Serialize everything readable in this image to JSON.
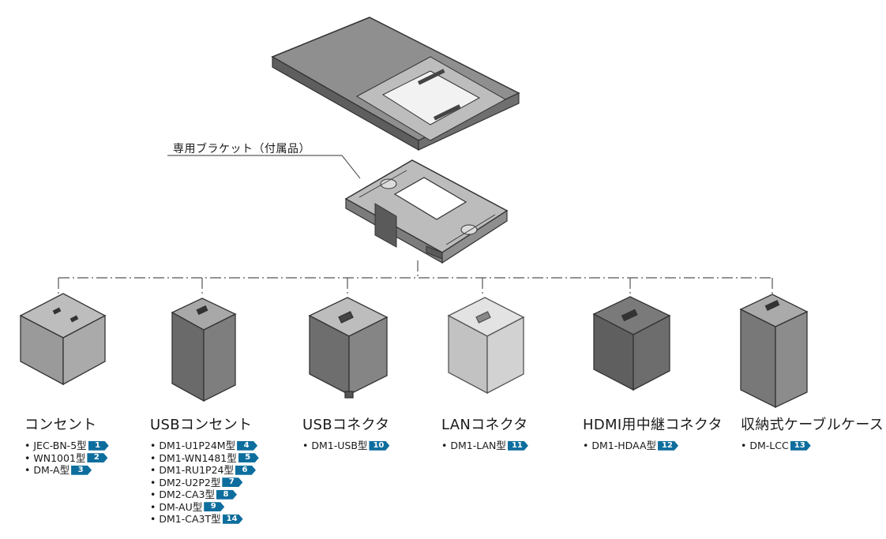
{
  "callout": "専用ブラケット（付属品）",
  "colors": {
    "badge": "#0d6e9e",
    "line": "#555555"
  },
  "columns": [
    {
      "title": "コンセント",
      "items": [
        {
          "label": "JEC-BN-5型",
          "badge": "1"
        },
        {
          "label": "WN1001型",
          "badge": "2"
        },
        {
          "label": "DM-A型",
          "badge": "3"
        }
      ]
    },
    {
      "title": "USBコンセント",
      "items": [
        {
          "label": "DM1-U1P24M型",
          "badge": "4"
        },
        {
          "label": "DM1-WN1481型",
          "badge": "5"
        },
        {
          "label": "DM1-RU1P24型",
          "badge": "6"
        },
        {
          "label": "DM2-U2P2型",
          "badge": "7"
        },
        {
          "label": "DM2-CA3型",
          "badge": "8"
        },
        {
          "label": "DM-AU型",
          "badge": "9"
        },
        {
          "label": "DM1-CA3T型",
          "badge": "14"
        }
      ]
    },
    {
      "title": "USBコネクタ",
      "items": [
        {
          "label": "DM1-USB型",
          "badge": "10"
        }
      ]
    },
    {
      "title": "LANコネクタ",
      "items": [
        {
          "label": "DM1-LAN型",
          "badge": "11"
        }
      ]
    },
    {
      "title": "HDMI用中継コネクタ",
      "items": [
        {
          "label": "DM1-HDAA型",
          "badge": "12"
        }
      ]
    },
    {
      "title": "収納式ケーブルケース",
      "items": [
        {
          "label": "DM-LCC",
          "badge": "13"
        }
      ]
    }
  ]
}
